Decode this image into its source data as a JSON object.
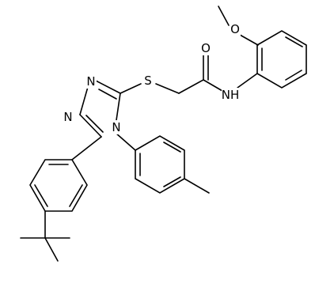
{
  "diagram": {
    "atoms": {
      "methoxy_o": "O",
      "carbonyl_o": "O",
      "amide_nh": "NH",
      "thioether_s": "S",
      "triazole_n1": "N",
      "triazole_n2": "N",
      "triazole_n4": "N"
    }
  }
}
